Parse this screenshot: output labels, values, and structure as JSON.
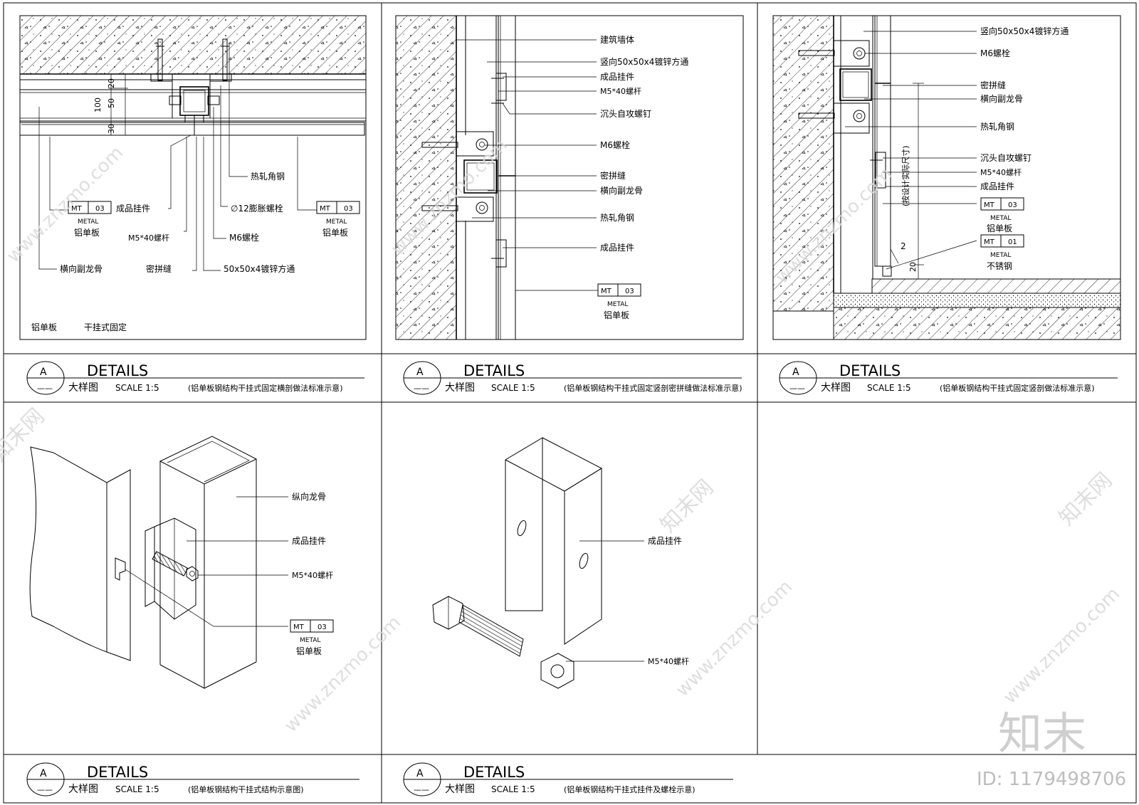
{
  "common": {
    "details_title": "DETAILS",
    "section_label": "大样图",
    "scale": "SCALE  1:5",
    "bubble_letter": "A",
    "bubble_dash": "——",
    "tag_mt": "MT",
    "tag_metal": "METAL"
  },
  "panels": [
    {
      "caption": "(铝单板钢结构干挂式固定横剖做法标准示意)",
      "dims": [
        "20",
        "50",
        "100",
        "30"
      ],
      "labels": {
        "hot_angle": "热轧角钢",
        "product_hanger": "成品挂件",
        "expansion_bolt": "∅12膨胀螺栓",
        "m5_rod": "M5*40螺杆",
        "m6_bolt": "M6螺栓",
        "transverse_keel": "横向副龙骨",
        "seal_joint": "密拼缝",
        "square_tube": "50x50x4镀锌方通",
        "tag1_num": "03",
        "tag1_name": "铝单板",
        "tag2_num": "03",
        "tag2_name": "铝单板",
        "note_left": "铝单板",
        "note_right": "干挂式固定"
      }
    },
    {
      "caption": "(铝单板钢结构干挂式固定竖剖密拼缝做法标准示意)",
      "labels": {
        "wall": "建筑墙体",
        "vertical_tube": "竖向50x50x4镀锌方通",
        "product_hanger": "成品挂件",
        "m5_rod": "M5*40螺杆",
        "countersunk_screw": "沉头自攻螺钉",
        "m6_bolt": "M6螺栓",
        "seal_joint": "密拼缝",
        "transverse_keel": "横向副龙骨",
        "hot_angle": "热轧角钢",
        "product_hanger2": "成品挂件",
        "tag_num": "03",
        "tag_name": "铝单板"
      }
    },
    {
      "caption": "(铝单板钢结构干挂式固定竖剖做法标准示意)",
      "dims": [
        "2",
        "20"
      ],
      "side_note": "(按设计实际尺寸)",
      "labels": {
        "vertical_tube": "竖向50x50x4镀锌方通",
        "m6_bolt": "M6螺栓",
        "seal_joint": "密拼缝",
        "transverse_keel": "横向副龙骨",
        "hot_angle": "热轧角钢",
        "countersunk_screw": "沉头自攻螺钉",
        "m5_rod": "M5*40螺杆",
        "product_hanger": "成品挂件",
        "tag1_num": "03",
        "tag1_name": "铝单板",
        "tag2_num": "01",
        "tag2_name": "不锈钢"
      }
    },
    {
      "caption": "(铝单板钢结构干挂式结构示意图)",
      "labels": {
        "longitudinal_keel": "纵向龙骨",
        "product_hanger": "成品挂件",
        "m5_rod": "M5*40螺杆",
        "tag_num": "03",
        "tag_name": "铝单板"
      }
    },
    {
      "caption": "(铝单板钢结构干挂式挂件及螺栓示意)",
      "labels": {
        "product_hanger": "成品挂件",
        "m5_rod": "M5*40螺杆"
      }
    }
  ],
  "watermark": {
    "url": "www.znzmo.com",
    "brand": "知末网",
    "logo": "知末",
    "id_text": "ID: 1179498706"
  }
}
